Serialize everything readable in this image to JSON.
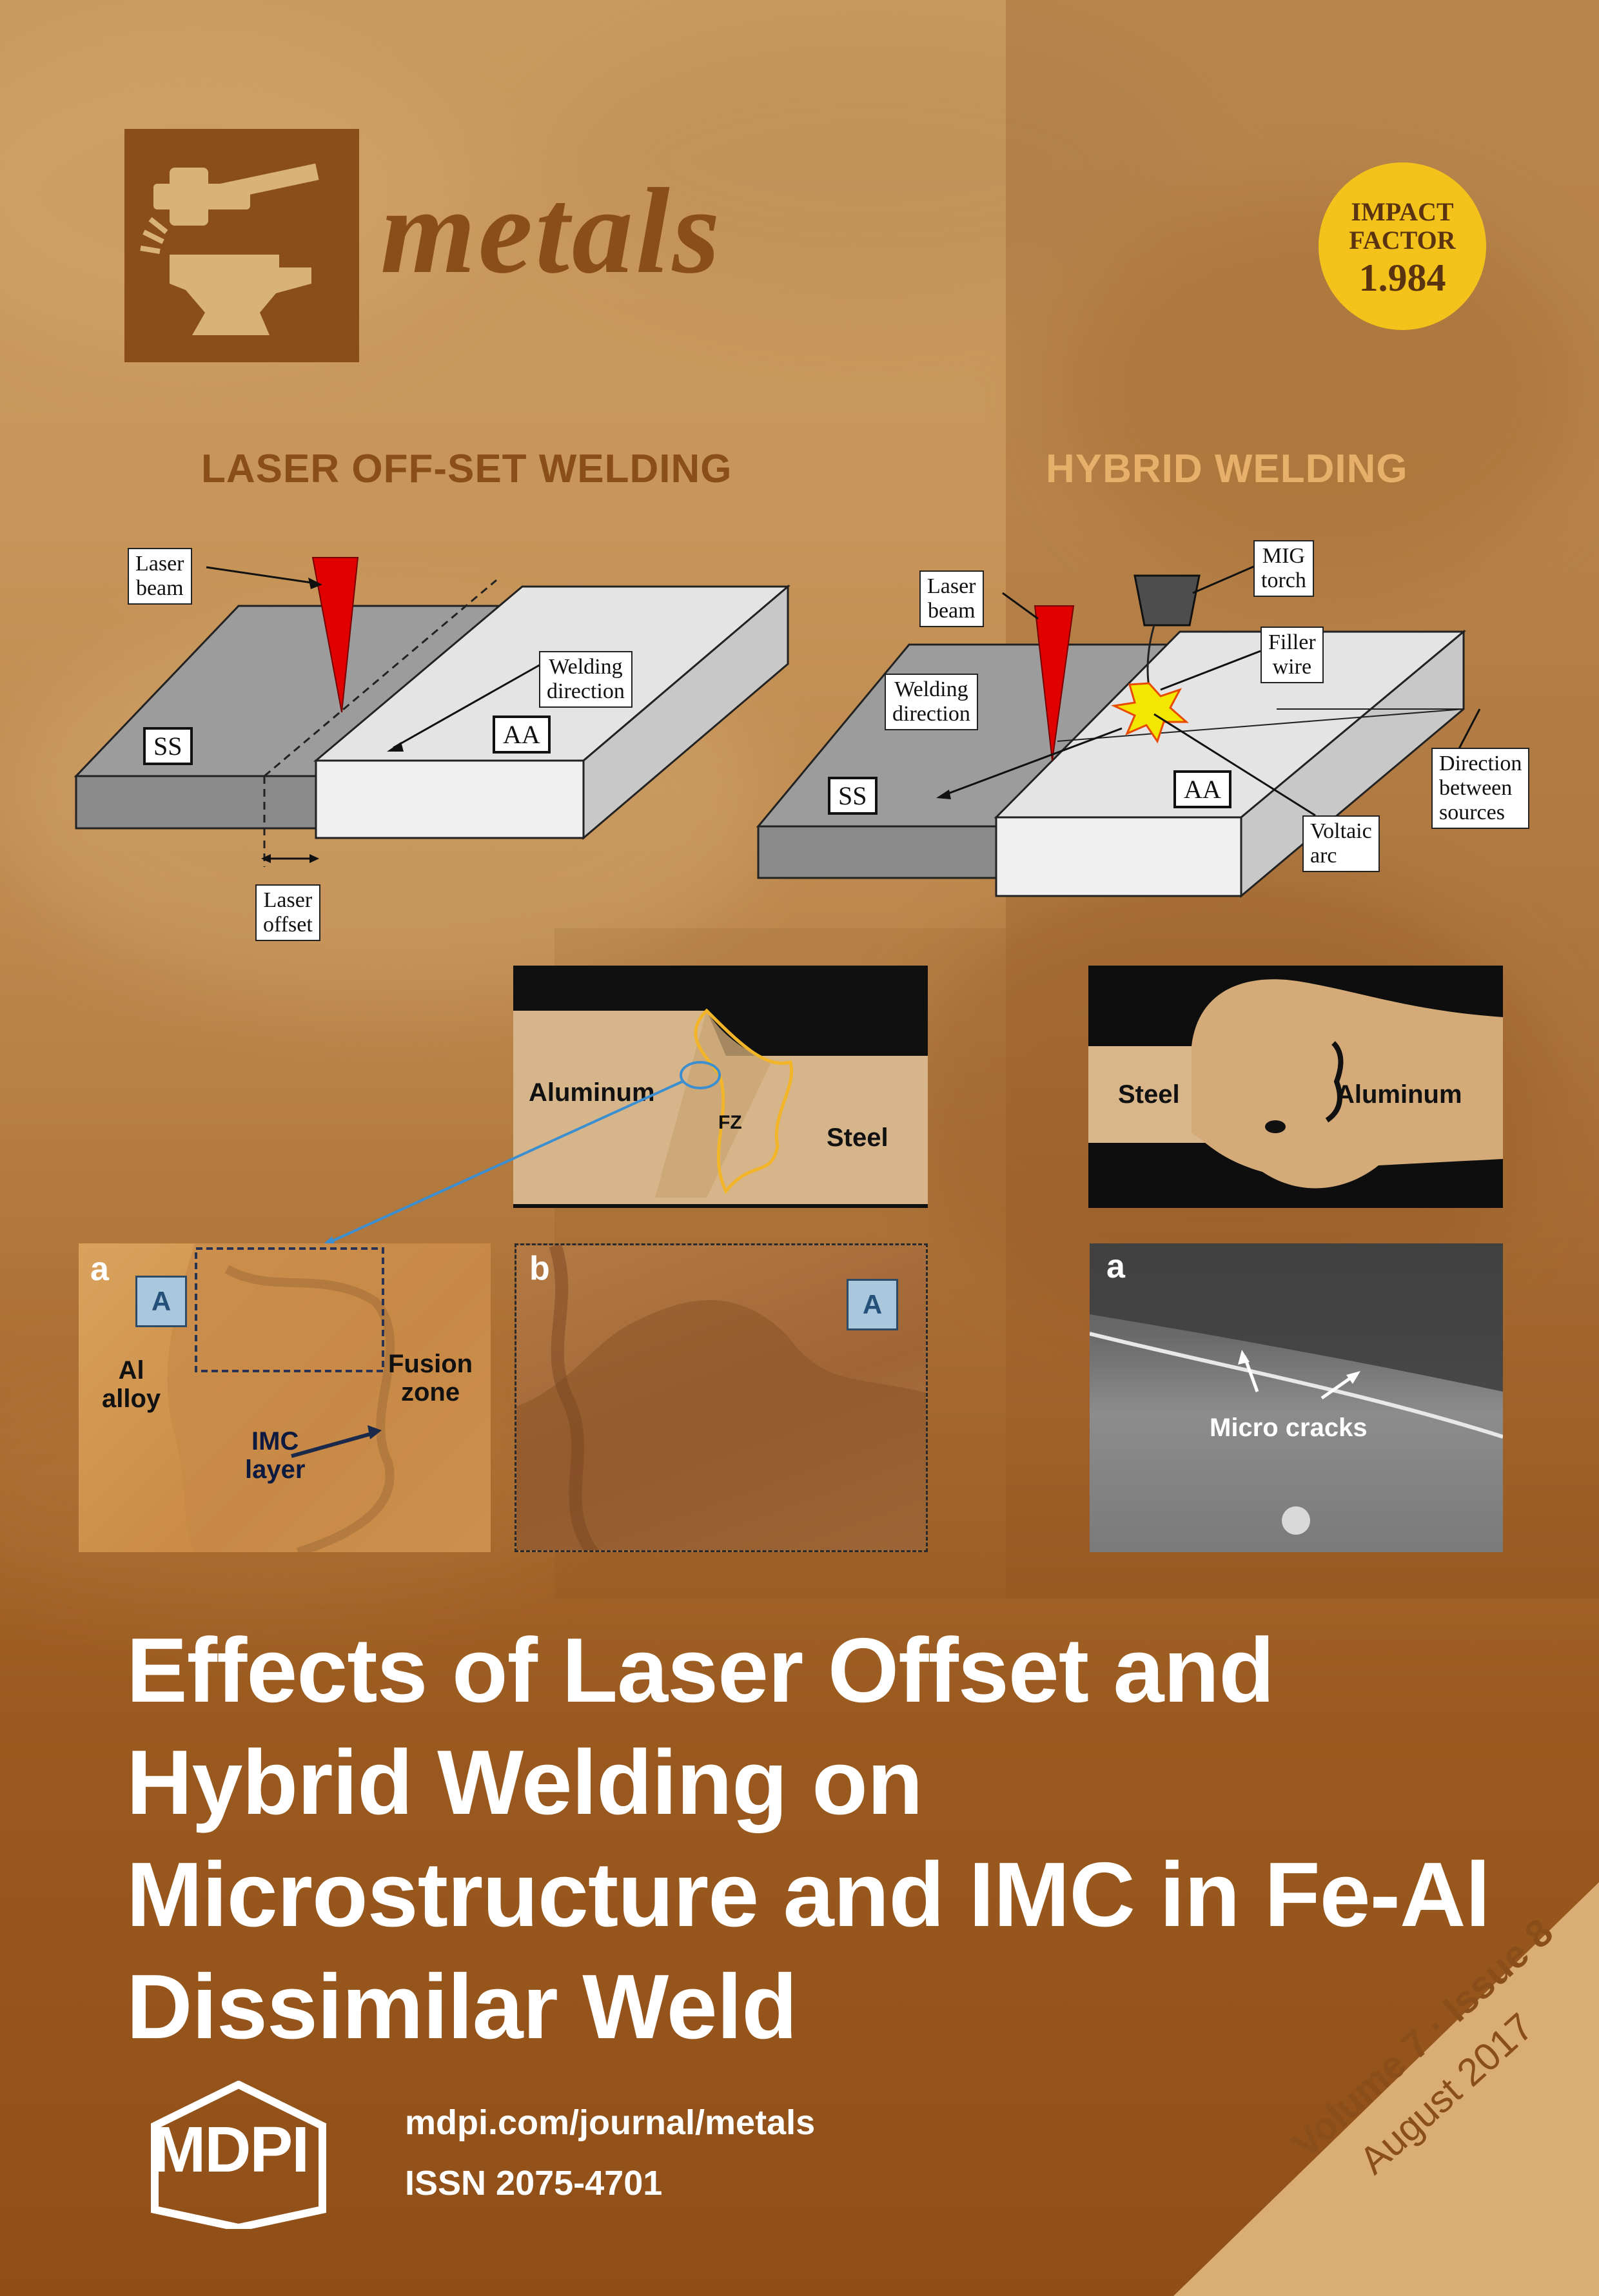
{
  "journal": {
    "name": "metals",
    "logo_icon": "anvil-hammer-icon",
    "impact_factor_label": "IMPACT FACTOR",
    "impact_factor_value": "1.984",
    "colors": {
      "brand": "#8a4e1a",
      "badge": "#f3c31b"
    }
  },
  "sections": {
    "left_title": "LASER OFF-SET WELDING",
    "right_title": "HYBRID WELDING"
  },
  "left_diagram": {
    "laser_beam": "Laser\nbeam",
    "welding_direction": "Welding\ndirection",
    "ss": "SS",
    "aa": "AA",
    "laser_offset": "Laser\noffset"
  },
  "right_diagram": {
    "laser_beam": "Laser\nbeam",
    "mig_torch": "MIG\ntorch",
    "filler_wire": "Filler\nwire",
    "welding_direction": "Welding\ndirection",
    "ss": "SS",
    "aa": "AA",
    "direction_between_sources": "Direction\nbetween\nsources",
    "voltaic_arc": "Voltaic\narc"
  },
  "micrographs": {
    "top_left": {
      "aluminum": "Aluminum",
      "fz": "FZ",
      "steel": "Steel"
    },
    "top_right": {
      "steel": "Steel",
      "aluminum": "Aluminum"
    },
    "panel_a": {
      "letter": "a",
      "box": "A",
      "al_alloy": "Al\nalloy",
      "fusion_zone": "Fusion\nzone",
      "imc_layer": "IMC\nlayer"
    },
    "panel_b": {
      "letter": "b",
      "box": "A"
    },
    "panel_sem": {
      "letter": "a",
      "micro_cracks": "Micro cracks"
    }
  },
  "headline": "Effects of Laser Offset and Hybrid Welding on Microstructure and IMC in Fe-Al Dissimilar Weld",
  "publisher": {
    "name": "MDPI",
    "url": "mdpi.com/journal/metals",
    "issn": "ISSN 2075-4701"
  },
  "issue": {
    "volume_issue": "Volume 7 · Issue 8",
    "date": "August 2017"
  }
}
